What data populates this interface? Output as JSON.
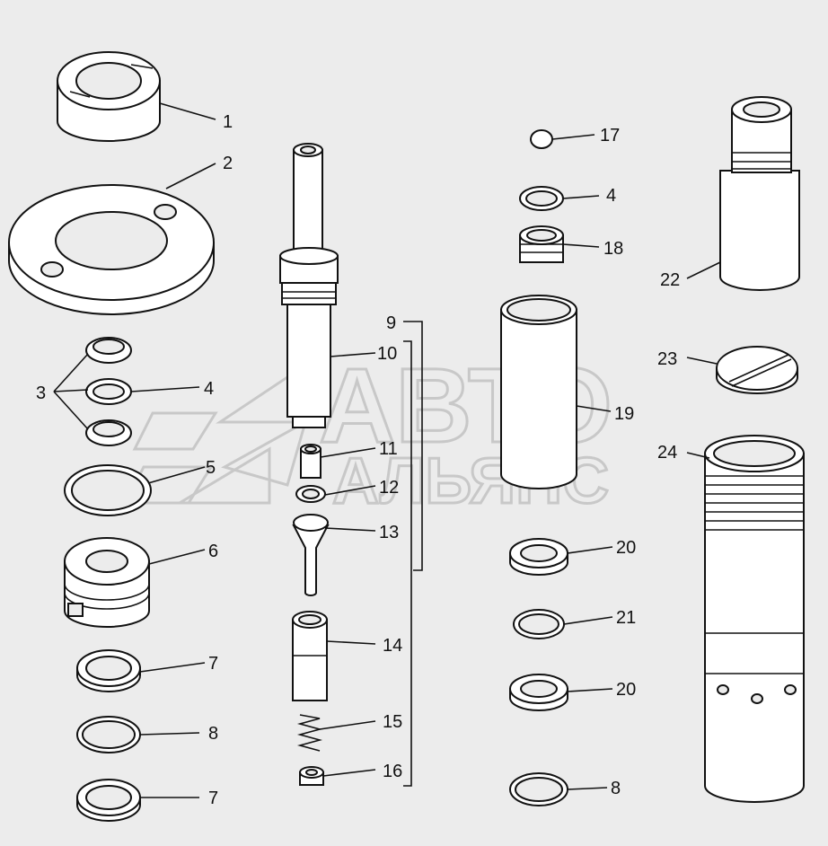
{
  "watermark": {
    "line1": "АВТО",
    "line2": "АЛЬЯНС"
  },
  "callouts": [
    {
      "id": "c1",
      "text": "1"
    },
    {
      "id": "c2",
      "text": "2"
    },
    {
      "id": "c3",
      "text": "3"
    },
    {
      "id": "c4a",
      "text": "4"
    },
    {
      "id": "c5",
      "text": "5"
    },
    {
      "id": "c6",
      "text": "6"
    },
    {
      "id": "c7a",
      "text": "7"
    },
    {
      "id": "c8a",
      "text": "8"
    },
    {
      "id": "c7b",
      "text": "7"
    },
    {
      "id": "c9",
      "text": "9"
    },
    {
      "id": "c10",
      "text": "10"
    },
    {
      "id": "c11",
      "text": "11"
    },
    {
      "id": "c12",
      "text": "12"
    },
    {
      "id": "c13",
      "text": "13"
    },
    {
      "id": "c14",
      "text": "14"
    },
    {
      "id": "c15",
      "text": "15"
    },
    {
      "id": "c16",
      "text": "16"
    },
    {
      "id": "c17",
      "text": "17"
    },
    {
      "id": "c4b",
      "text": "4"
    },
    {
      "id": "c18",
      "text": "18"
    },
    {
      "id": "c19",
      "text": "19"
    },
    {
      "id": "c20a",
      "text": "20"
    },
    {
      "id": "c21",
      "text": "21"
    },
    {
      "id": "c20b",
      "text": "20"
    },
    {
      "id": "c8b",
      "text": "8"
    },
    {
      "id": "c22",
      "text": "22"
    },
    {
      "id": "c23",
      "text": "23"
    },
    {
      "id": "c24",
      "text": "24"
    }
  ]
}
